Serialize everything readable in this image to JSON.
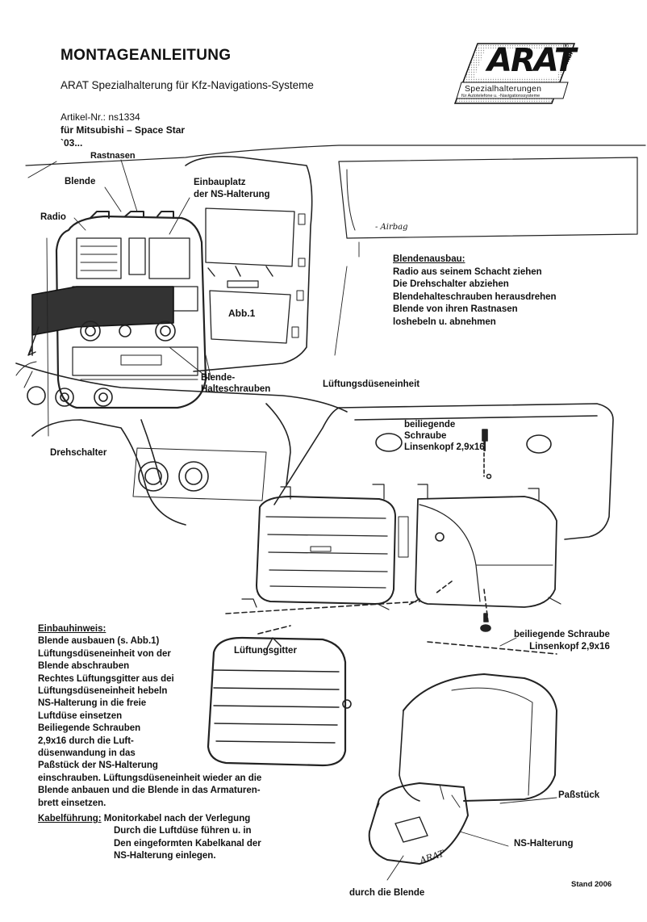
{
  "header": {
    "title": "MONTAGEANLEITUNG",
    "subtitle": "ARAT Spezialhalterung für Kfz-Navigations-Systeme",
    "article": "Artikel-Nr.: ns1334",
    "vehicle": "für Mitsubishi – Space Star",
    "year": "`03..."
  },
  "logo": {
    "brand": "ARAT",
    "gmbh": "GmbH",
    "registered": "®",
    "tagline": "Spezialhalterungen",
    "tagline_small": "für Autotelefone u. -Navigationssysteme"
  },
  "labels": {
    "rastnasen": "Rastnasen",
    "blende": "Blende",
    "radio": "Radio",
    "einbauplatz_1": "Einbauplatz",
    "einbauplatz_2": "der NS-Halterung",
    "abb": "Abb.1",
    "airbag": "- Airbag",
    "blende_halteschrauben_1": "Blende-",
    "blende_halteschrauben_2": "Halteschrauben",
    "drehschalter": "Drehschalter",
    "lueftungsduesen": "Lüftungsdüseneinheit",
    "beiliegende_1": "beiliegende",
    "beiliegende_2": "Schraube",
    "linsenkopf": "Linsenkopf 2,9x16",
    "beiliegende_bottom": "beiliegende Schraube",
    "linsenkopf_bottom": "Linsenkopf 2,9x16",
    "lueftungsgitter": "Lüftungsgitter",
    "passtueck": "Paßstück",
    "ns_halterung": "NS-Halterung",
    "durch_blende": "durch die Blende",
    "arat_stamp": "ARAT",
    "stand": "Stand 2006"
  },
  "blendenausbau": {
    "heading": "Blendenausbau:",
    "lines": [
      "Radio aus seinem Schacht ziehen",
      "Die Drehschalter abziehen",
      "Blendehalteschrauben herausdrehen",
      "Blende von ihren Rastnasen",
      "loshebeln u. abnehmen"
    ]
  },
  "einbauhinweis": {
    "heading": "Einbauhinweis:",
    "lines": [
      "Blende ausbauen (s. Abb.1)",
      "Lüftungsdüseneinheit von der",
      "Blende abschrauben",
      "Rechtes Lüftungsgitter aus dei",
      "Lüftungsdüseneinheit hebeln",
      "NS-Halterung in die freie",
      "Luftdüse einsetzen",
      "Beiliegende Schrauben",
      "2,9x16 durch die Luft-",
      "düsenwandung in das",
      "Paßstück der NS-Halterung"
    ],
    "wide_lines": [
      "einschrauben. Lüftungsdüseneinheit wieder an die",
      "Blende anbauen und die Blende in das Armaturen-",
      "brett einsetzen."
    ]
  },
  "kabelfuehrung": {
    "heading": "Kabelführung:",
    "first": "Monitorkabel nach der Verlegung",
    "lines": [
      "Durch die Luftdüse führen u. in",
      "Den eingeformten Kabelkanal der",
      "NS-Halterung einlegen."
    ]
  }
}
